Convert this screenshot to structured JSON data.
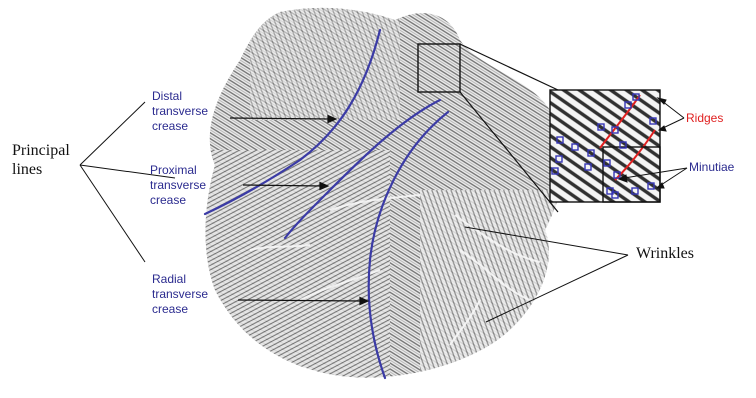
{
  "labels": {
    "distal": [
      "Distal",
      "transverse",
      "crease"
    ],
    "proximal": [
      "Proximal",
      "transverse",
      "crease"
    ],
    "radial": [
      "Radial",
      "transverse",
      "crease"
    ],
    "principal": [
      "Principal",
      "lines"
    ],
    "ridges": "Ridges",
    "minutiae": "Minutiae",
    "wrinkles": "Wrinkles"
  },
  "colors": {
    "crease_text": "#2b2b8f",
    "crease_line": "#3b3ba6",
    "ridge_highlight": "#e02020",
    "ridges_text": "#e02020",
    "minutiae_text": "#2b2b8f",
    "minutia_marker": "#3535b5",
    "ink": "#111111",
    "palm_tone": "#9a9a9a"
  },
  "icons": {
    "minutia_marker": "square-outline",
    "callout": "zoom-inset"
  }
}
